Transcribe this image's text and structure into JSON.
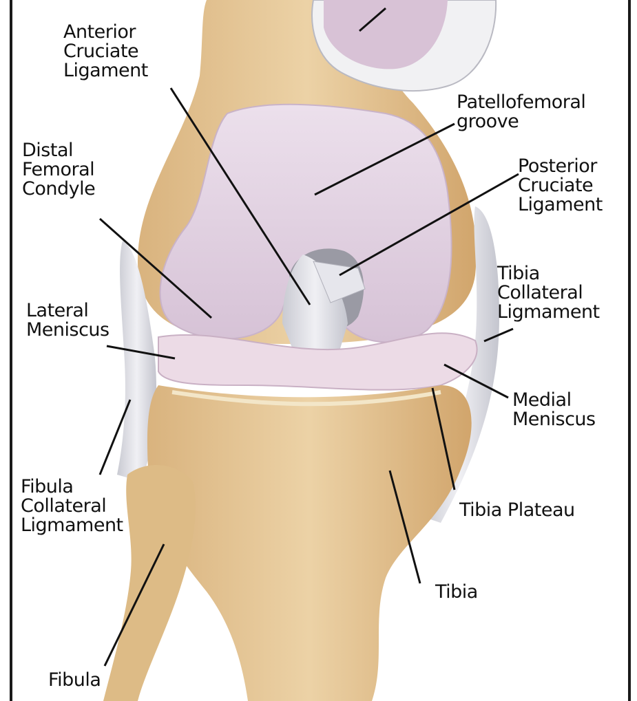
{
  "labels": {
    "acl": [
      "Anterior",
      "Cruciate",
      "Ligament"
    ],
    "patellofemoral": [
      "Patellofemoral",
      "groove"
    ],
    "distal_femoral": [
      "Distal",
      "Femoral",
      "Condyle"
    ],
    "pcl": [
      "Posterior",
      "Cruciate",
      "Ligament"
    ],
    "tibia_collateral": [
      "Tibia",
      "Collateral",
      "Ligmament"
    ],
    "lateral_meniscus": [
      "Lateral",
      "Meniscus"
    ],
    "medial_meniscus": [
      "Medial",
      "Meniscus"
    ],
    "fibula_collateral": [
      "Fibula",
      "Collateral",
      "Ligmament"
    ],
    "tibia_plateau": [
      "Tibia Plateau"
    ],
    "tibia": [
      "Tibia"
    ],
    "fibula": [
      "Fibula"
    ]
  },
  "colors": {
    "bone": "#e6c89a",
    "bone_shadow": "#c9a06a",
    "cartilage": "#e6d6e4",
    "cartilage_shadow": "#c8b2c8",
    "ligament": "#dcdde3",
    "leader_line": "#111111"
  }
}
